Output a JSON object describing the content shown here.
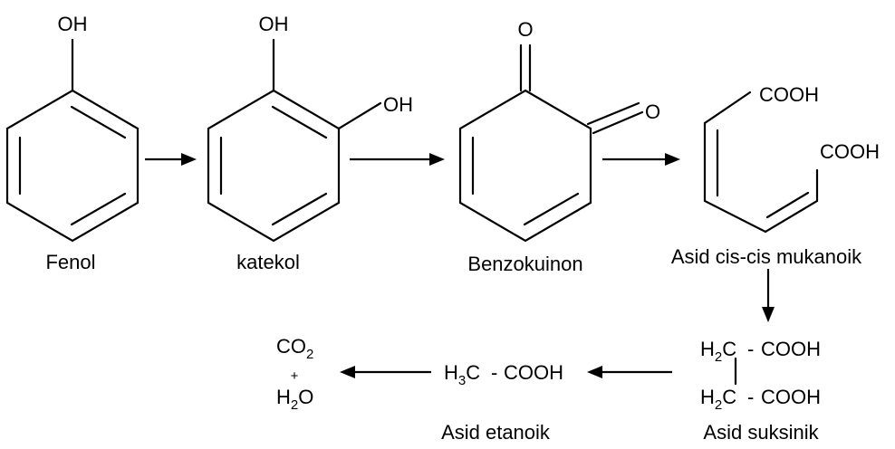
{
  "compounds": {
    "fenol": {
      "name": "Fenol",
      "oh": "OH"
    },
    "katekol": {
      "name": "katekol",
      "oh1": "OH",
      "oh2": "OH"
    },
    "benzokuinon": {
      "name": "Benzokuinon",
      "o1": "O",
      "o2": "O"
    },
    "mukanoik": {
      "name": "Asid cis-cis mukanoik",
      "cooh1": "COOH",
      "cooh2": "COOH"
    },
    "suksinik": {
      "name": "Asid suksinik",
      "h": "H",
      "sub2": "2",
      "c": "C",
      "dash": "-",
      "cooh": "COOH"
    },
    "etanoik": {
      "name": "Asid etanoik",
      "h": "H",
      "sub3": "3",
      "c": "C",
      "dash": "-",
      "cooh": "COOH"
    },
    "products": {
      "co": "CO",
      "sub2": "2",
      "plus": "+",
      "h": "H",
      "o": "O"
    }
  },
  "colors": {
    "ink": "#000000",
    "background": "#ffffff"
  }
}
